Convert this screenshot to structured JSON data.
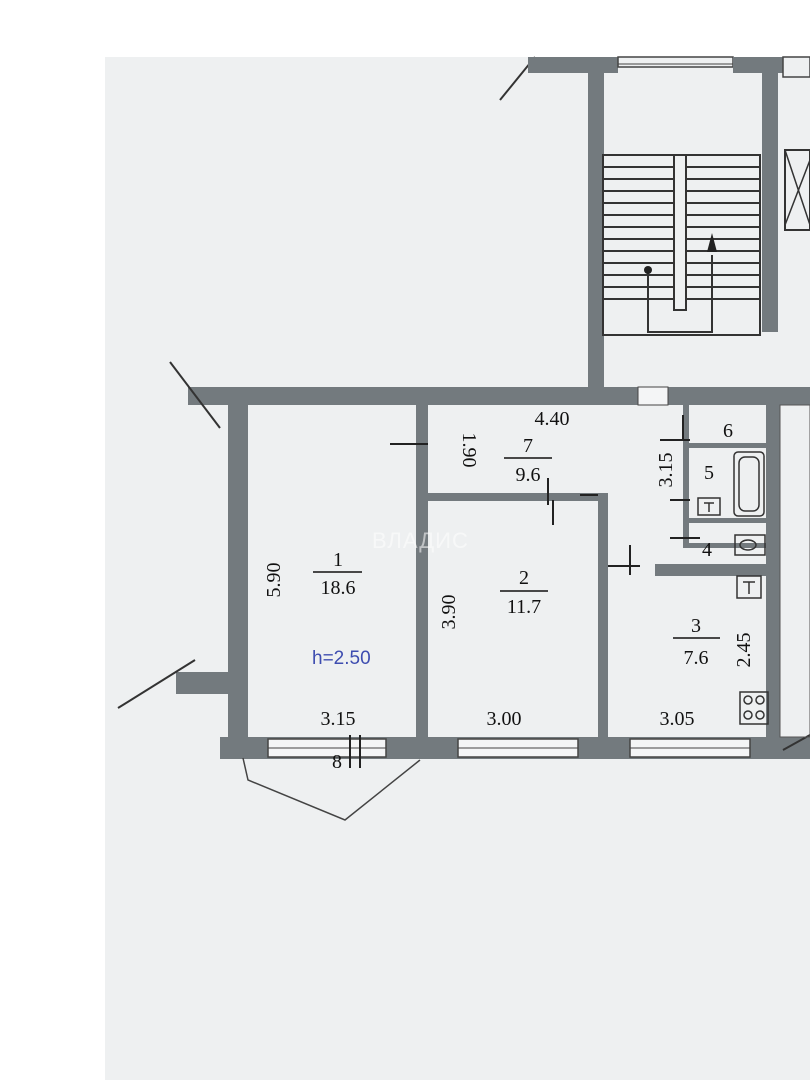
{
  "plan": {
    "watermark": "ВЛАДИС",
    "ceiling_height": "h=2.50",
    "rooms": [
      {
        "number": "1",
        "area": "18.6"
      },
      {
        "number": "2",
        "area": "11.7"
      },
      {
        "number": "3",
        "area": "7.6"
      },
      {
        "number": "4"
      },
      {
        "number": "5"
      },
      {
        "number": "6"
      },
      {
        "number": "7",
        "area": "9.6"
      },
      {
        "number": "8"
      }
    ],
    "dimensions": {
      "room1_height": "5.90",
      "room1_width": "3.15",
      "corridor_top": "1.90",
      "corridor_width": "4.40",
      "corridor_depth": "3.15",
      "room2_height": "3.90",
      "room2_width": "3.00",
      "room3_width": "3.05",
      "room3_height": "2.45"
    }
  }
}
